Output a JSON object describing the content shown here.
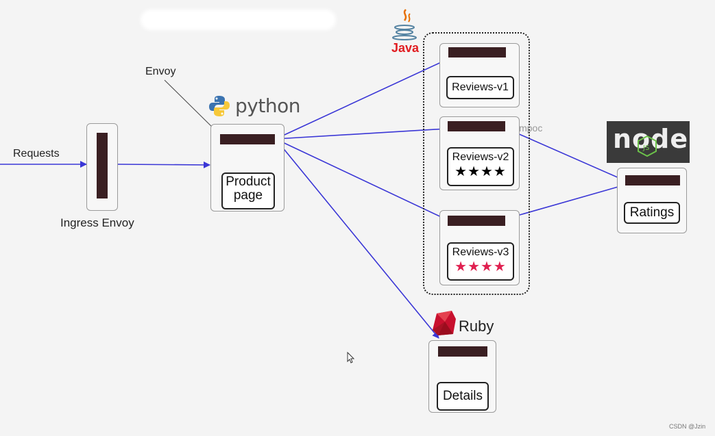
{
  "labels": {
    "requests": "Requests",
    "ingress": "Ingress Envoy",
    "envoy": "Envoy",
    "product_page": "Product page",
    "reviews_v1": "Reviews-v1",
    "reviews_v2": "Reviews-v2",
    "reviews_v3": "Reviews-v3",
    "ratings": "Ratings",
    "details": "Details",
    "impoc": "impoc",
    "watermark": "CSDN @Jzin"
  },
  "logos": {
    "python": "python",
    "java": "Java",
    "ruby": "Ruby",
    "node": "node"
  },
  "stars": {
    "v2": "★★★★",
    "v3": "★★★★"
  },
  "colors": {
    "arrow": "#3a36d6",
    "bar": "#3a1f22",
    "v2_stars": "#000000",
    "v3_stars": "#e02050",
    "java": "#e11d21",
    "ruby": "#c8102e"
  }
}
